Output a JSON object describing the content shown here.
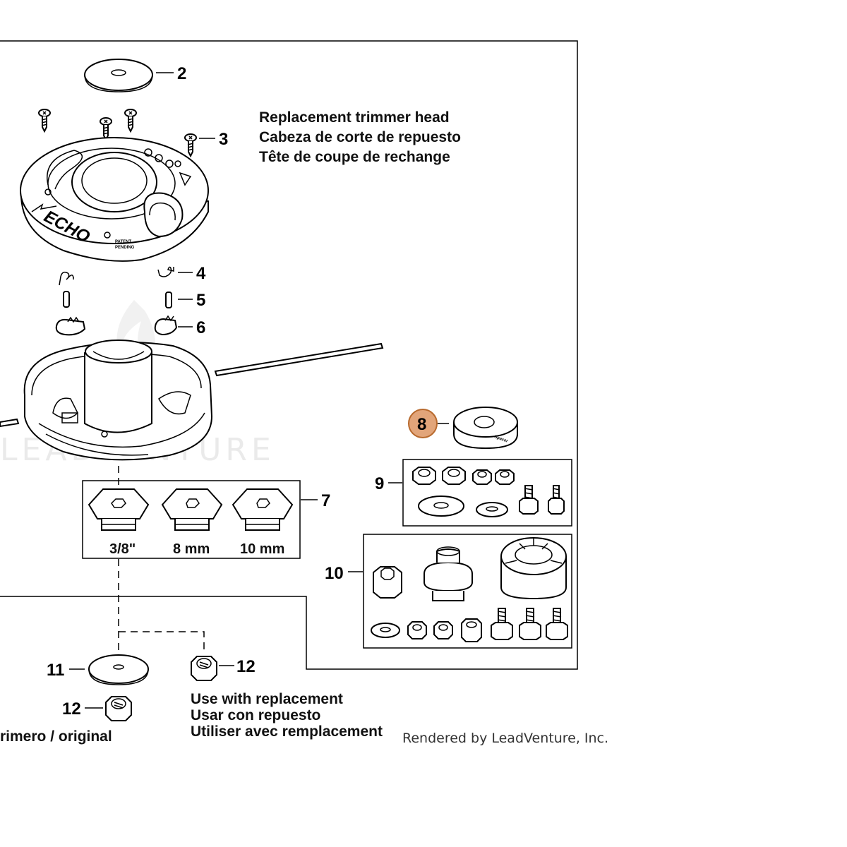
{
  "title_lines": [
    "Replacement trimmer head",
    "Cabeza de corte de repuesto",
    "Tête de coupe de rechange"
  ],
  "callouts": {
    "c2": "2",
    "c3": "3",
    "c4": "4",
    "c5": "5",
    "c6": "6",
    "c7": "7",
    "c8": "8",
    "c9": "9",
    "c10": "10",
    "c11": "11",
    "c12a": "12",
    "c12b": "12"
  },
  "adapter_sizes": [
    "3/8\"",
    "8 mm",
    "10 mm"
  ],
  "use_with_lines": [
    "Use with replacement",
    "Usar con repuesto",
    "Utiliser avec remplacement"
  ],
  "original_text": "rimero / original",
  "credit": "Rendered by LeadVenture, Inc.",
  "watermark": "LEADVENTURE",
  "brand_mark": "ECHO",
  "patent_text": [
    "PATENT",
    "PENDING"
  ],
  "spacer_text": "Spacer",
  "highlight_color": "#e2a57a",
  "highlight_border": "#b86a2e"
}
